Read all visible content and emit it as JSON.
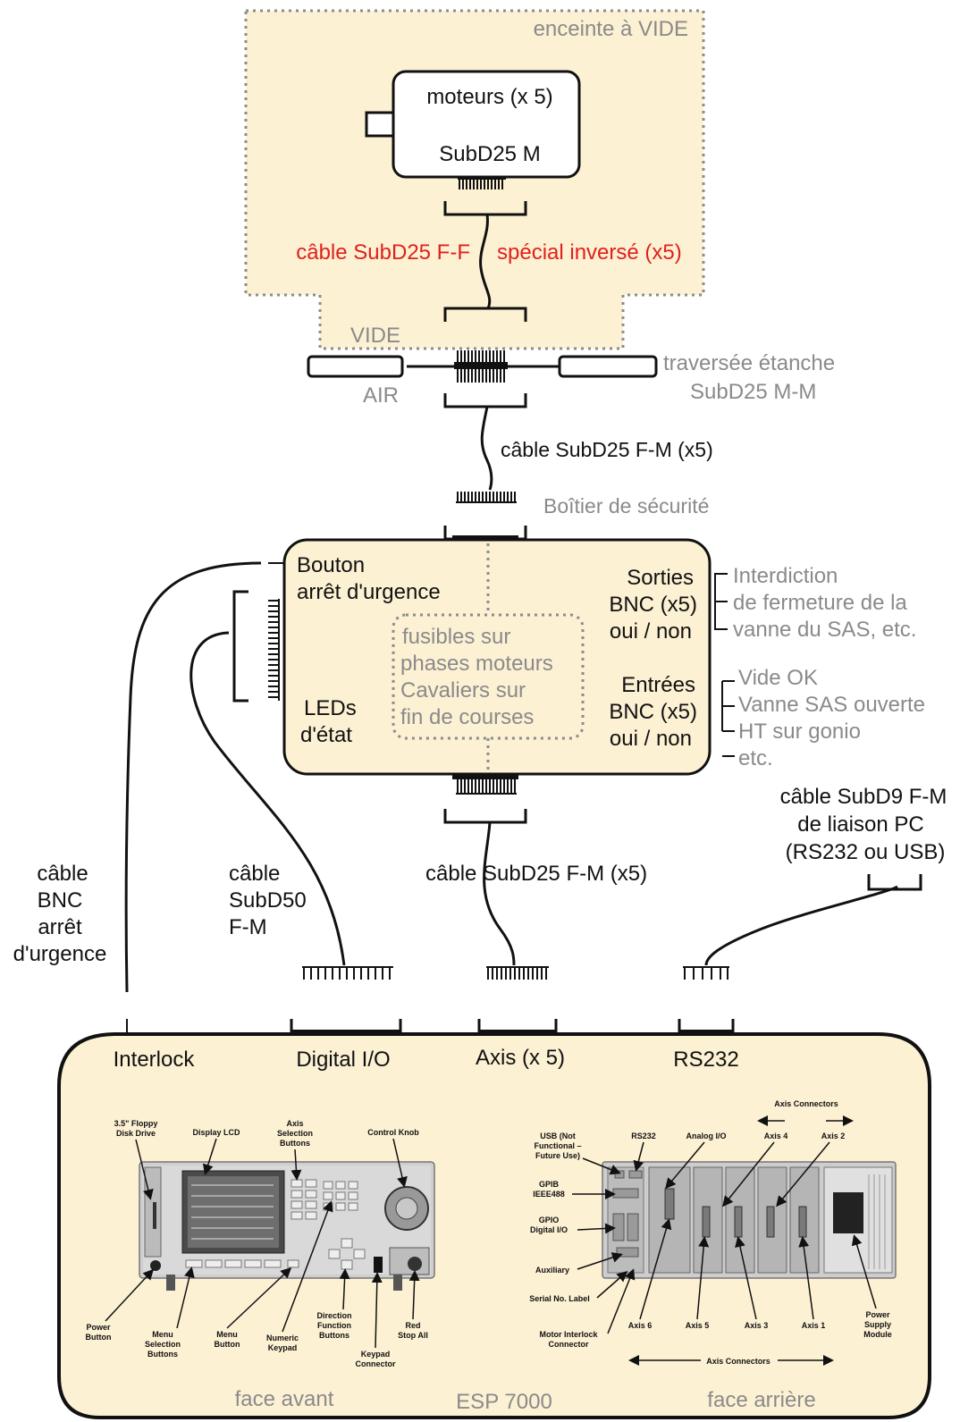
{
  "colors": {
    "panel_fill": "#fdf1d4",
    "stroke": "#111111",
    "gray_text": "#8a8a8a",
    "dotted": "#8c8c8c",
    "red_text": "#e0201a",
    "device_body": "#c8c8c8"
  },
  "vacuum_chamber": {
    "title": "enceinte à VIDE",
    "motors_label": "moteurs (x 5)",
    "motor_connector": "SubD25 M",
    "cable_left": "câble SubD25 F-F",
    "cable_right": "spécial inversé (x5)"
  },
  "feedthrough": {
    "vide": "VIDE",
    "air": "AIR",
    "label_line1": "traversée étanche",
    "label_line2": "SubD25 M-M"
  },
  "cable_fm_top": "câble SubD25 F-M (x5)",
  "safety_box": {
    "title": "Boîtier de sécurité",
    "button_line1": "Bouton",
    "button_line2": "arrêt d'urgence",
    "leds_line1": "LEDs",
    "leds_line2": "d'état",
    "fuses_lines": [
      "fusibles sur",
      "phases moteurs",
      "Cavaliers sur",
      "fin de courses"
    ],
    "outputs_lines": [
      "Sorties",
      "BNC (x5)",
      "oui / non"
    ],
    "inputs_lines": [
      "Entrées",
      "BNC (x5)",
      "oui / non"
    ],
    "outputs_desc": [
      "Interdiction",
      "de fermeture de la",
      "vanne du SAS, etc."
    ],
    "inputs_desc": [
      "Vide OK",
      "Vanne SAS ouverte",
      "HT sur gonio",
      "etc."
    ]
  },
  "cables_bottom": {
    "bnc": [
      "câble",
      "BNC",
      "arrêt",
      "d'urgence"
    ],
    "subd50": [
      "câble",
      "SubD50",
      "F-M"
    ],
    "subd25": "câble SubD25 F-M (x5)",
    "subd9": [
      "câble SubD9 F-M",
      "de liaison PC",
      "(RS232 ou USB)"
    ]
  },
  "controller": {
    "ports": [
      "Interlock",
      "Digital I/O",
      "Axis (x 5)",
      "RS232"
    ],
    "front_label": "face avant",
    "model": "ESP 7000",
    "rear_label": "face arrière",
    "front_callouts": {
      "floppy": [
        "3.5\" Floppy",
        "Disk Drive"
      ],
      "lcd": [
        "Display LCD"
      ],
      "axis_sel": [
        "Axis",
        "Selection",
        "Buttons"
      ],
      "knob": [
        "Control Knob"
      ],
      "power": [
        "Power",
        "Button"
      ],
      "menu_sel": [
        "Menu",
        "Selection",
        "Buttons"
      ],
      "menu_btn": [
        "Menu",
        "Button"
      ],
      "numeric": [
        "Numeric",
        "Keypad"
      ],
      "direction": [
        "Direction",
        "Function",
        "Buttons"
      ],
      "keypad": [
        "Keypad",
        "Connector"
      ],
      "stop": [
        "Red",
        "Stop All"
      ]
    },
    "rear_callouts": {
      "axis_connectors_top": "Axis Connectors",
      "usb": [
        "USB (Not",
        "Functional –",
        "Future Use)"
      ],
      "rs232": [
        "RS232"
      ],
      "analog": [
        "Analog I/O"
      ],
      "axis4": [
        "Axis 4"
      ],
      "axis2": [
        "Axis 2"
      ],
      "gpib": [
        "GPIB",
        "IEEE488"
      ],
      "gpio": [
        "GPIO",
        "Digital I/O"
      ],
      "auxiliary": [
        "Auxiliary"
      ],
      "serial": [
        "Serial No. Label"
      ],
      "motor_interlock": [
        "Motor Interlock",
        "Connector"
      ],
      "axis6": [
        "Axis 6"
      ],
      "axis5": [
        "Axis 5"
      ],
      "axis3": [
        "Axis 3"
      ],
      "axis1": [
        "Axis 1"
      ],
      "power_supply": [
        "Power",
        "Supply",
        "Module"
      ],
      "axis_connectors_bottom": "Axis Connectors"
    }
  }
}
